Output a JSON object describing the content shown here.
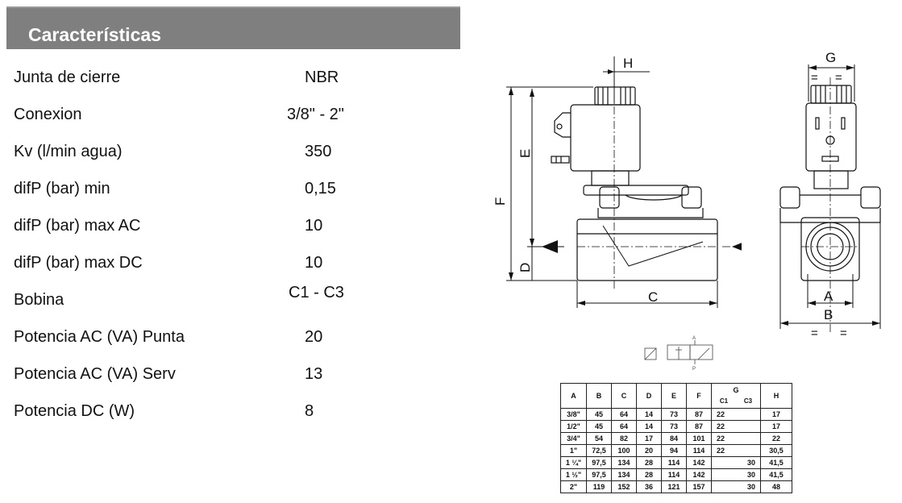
{
  "header": {
    "title": "Características"
  },
  "specs": [
    {
      "label": "Junta de cierre",
      "value": "NBR"
    },
    {
      "label": "Conexion",
      "value": "3/8\" - 2\""
    },
    {
      "label": "Kv (l/min agua)",
      "value": "350"
    },
    {
      "label": "difP (bar) min",
      "value": "0,15"
    },
    {
      "label": "difP (bar) max AC",
      "value": "10"
    },
    {
      "label": "difP (bar) max DC",
      "value": "10"
    },
    {
      "label": "Bobina",
      "value": "C1 - C3"
    },
    {
      "label": "Potencia AC (VA) Punta",
      "value": "20"
    },
    {
      "label": "Potencia AC (VA) Serv",
      "value": "13"
    },
    {
      "label": "Potencia DC (W)",
      "value": "8"
    }
  ],
  "drawing": {
    "side_labels": {
      "H": "H",
      "E": "E",
      "F": "F",
      "D": "D",
      "C": "C"
    },
    "front_labels": {
      "G": "G",
      "A": "A",
      "B": "B",
      "eq": "="
    },
    "symbol_labels": {
      "A": "A",
      "P": "P"
    }
  },
  "table": {
    "headers": [
      "A",
      "B",
      "C",
      "D",
      "E",
      "F",
      "G",
      "H"
    ],
    "g_sub": [
      "C1",
      "C3"
    ],
    "rows": [
      [
        "3/8\"",
        "45",
        "64",
        "14",
        "73",
        "87",
        "22",
        "",
        "17"
      ],
      [
        "1/2\"",
        "45",
        "64",
        "14",
        "73",
        "87",
        "22",
        "",
        "17"
      ],
      [
        "3/4\"",
        "54",
        "82",
        "17",
        "84",
        "101",
        "22",
        "",
        "22"
      ],
      [
        "1\"",
        "72,5",
        "100",
        "20",
        "94",
        "114",
        "22",
        "",
        "30,5"
      ],
      [
        "1 ¼\"",
        "97,5",
        "134",
        "28",
        "114",
        "142",
        "",
        "30",
        "41,5"
      ],
      [
        "1 ½\"",
        "97,5",
        "134",
        "28",
        "114",
        "142",
        "",
        "30",
        "41,5"
      ],
      [
        "2\"",
        "119",
        "152",
        "36",
        "121",
        "157",
        "",
        "30",
        "48"
      ]
    ]
  }
}
